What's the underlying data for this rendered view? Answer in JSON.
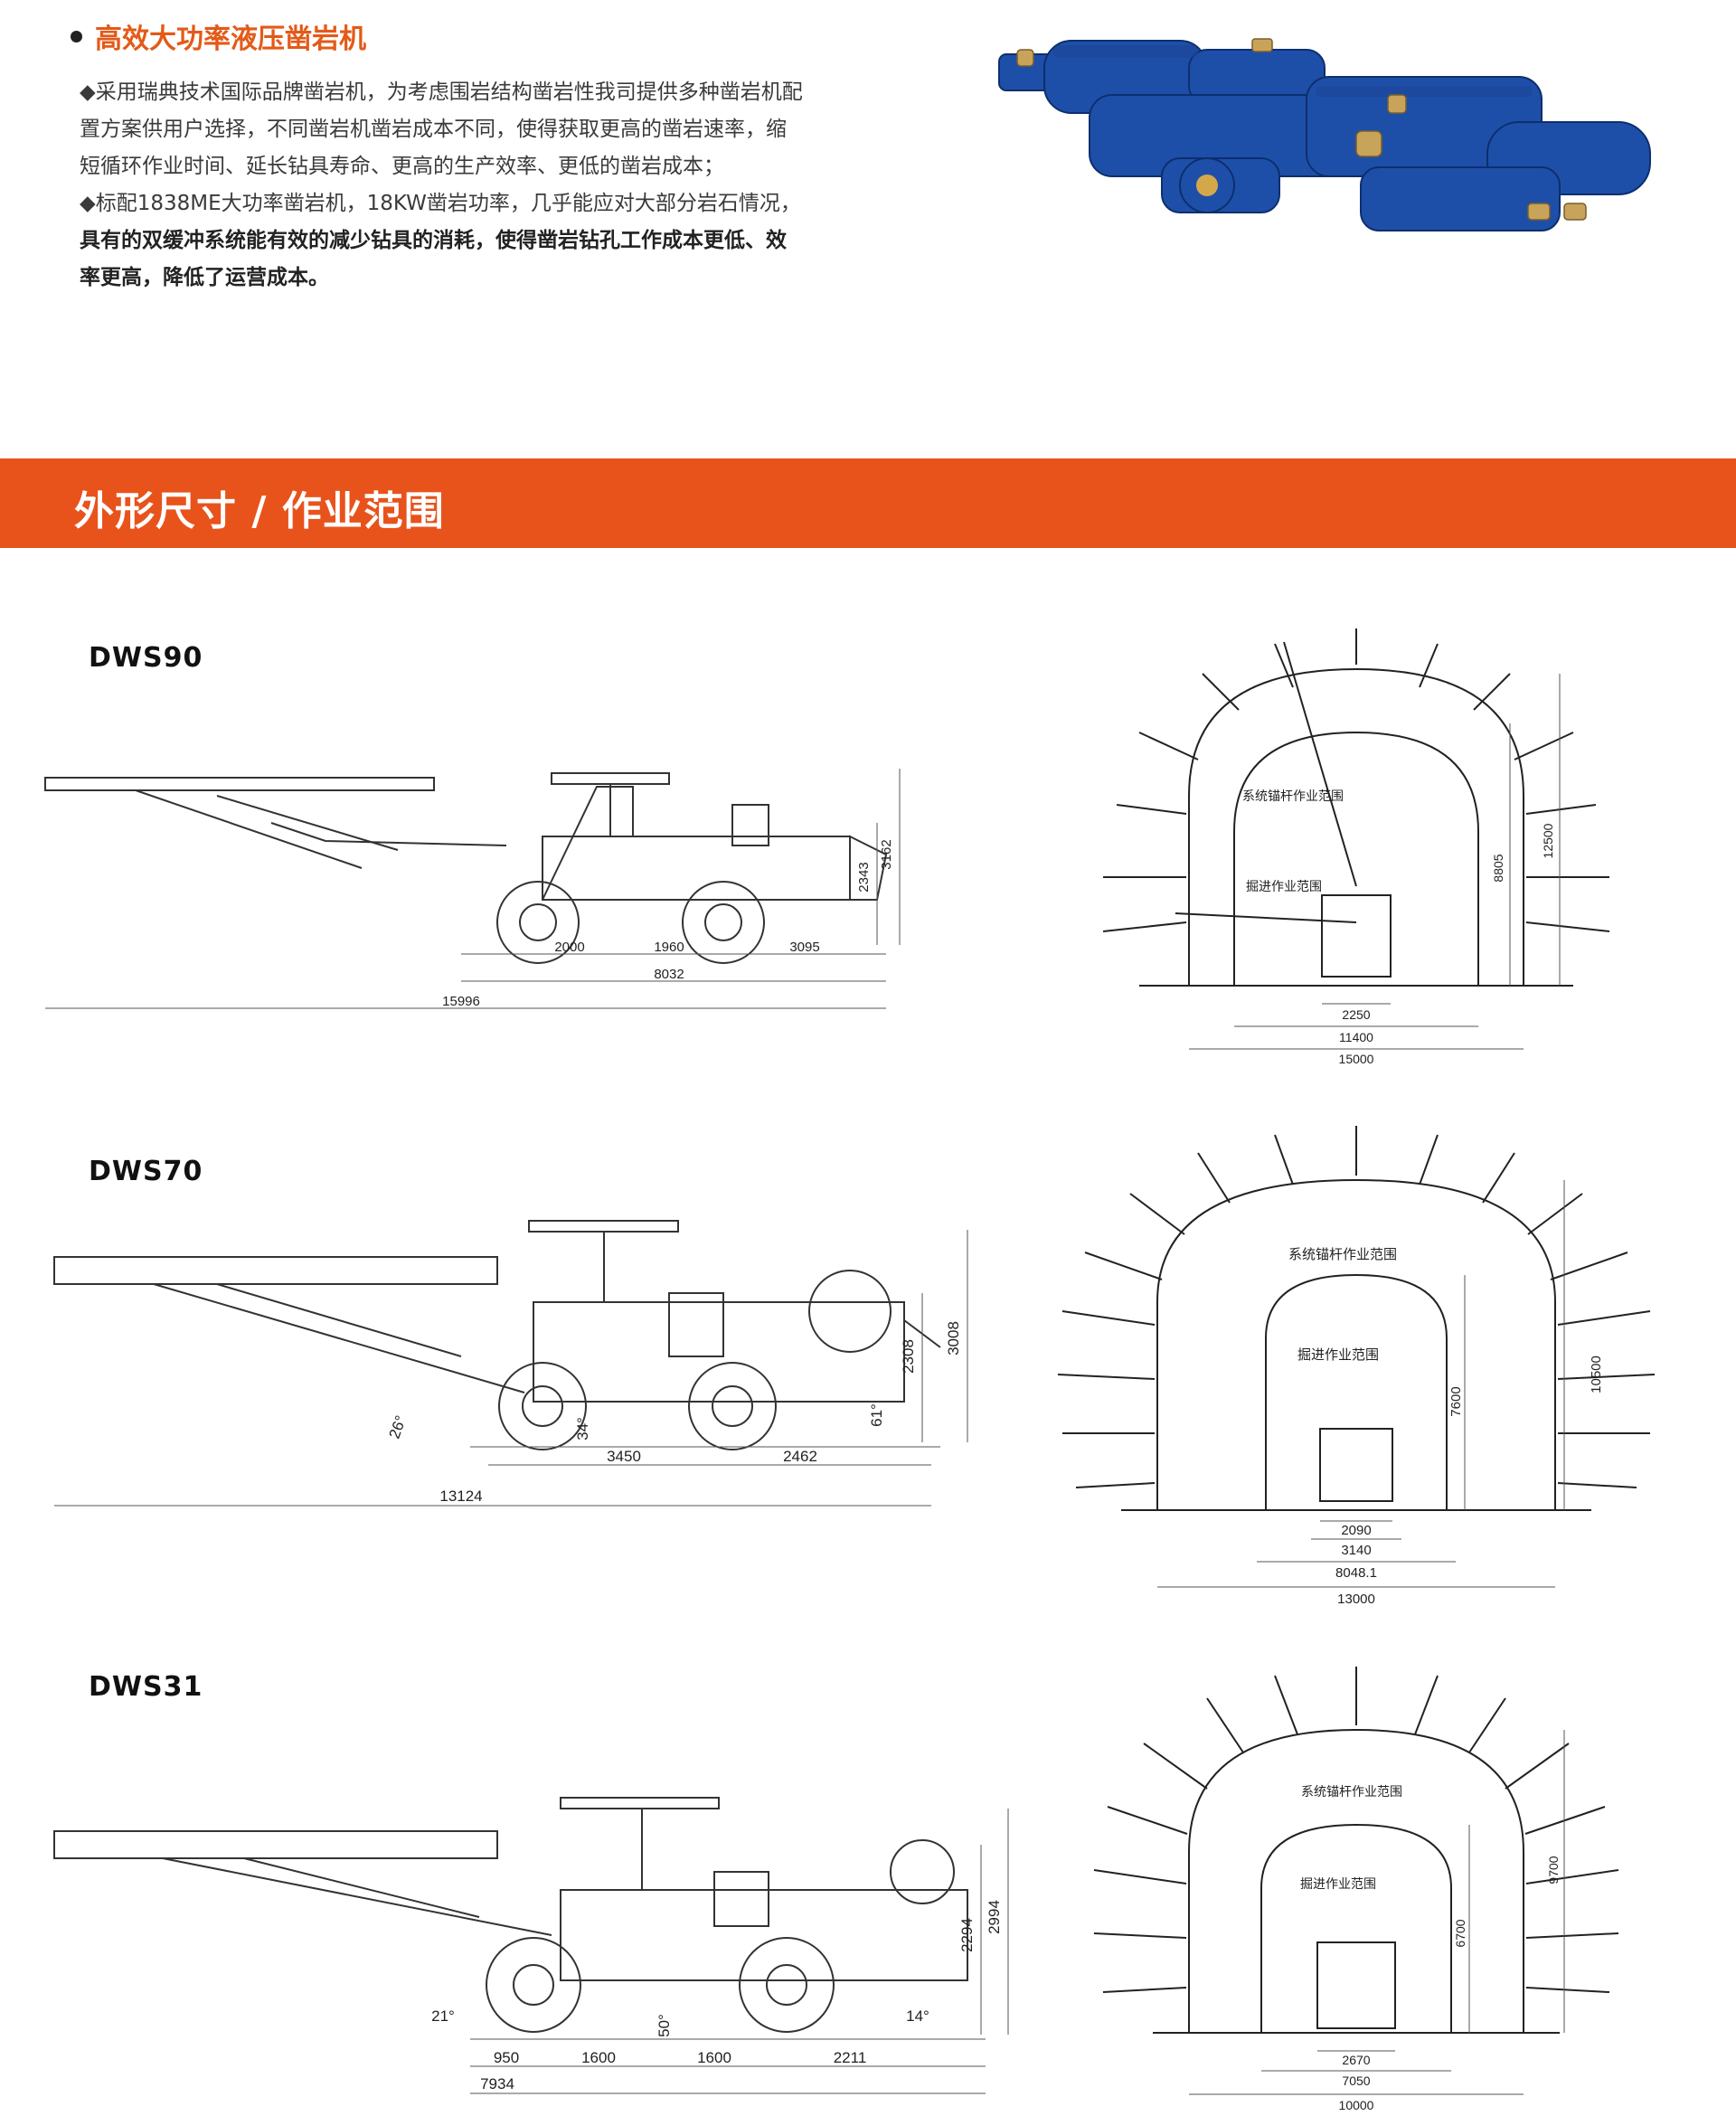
{
  "feature": {
    "title": "高效大功率液压凿岩机",
    "p1": "◆采用瑞典技术国际品牌凿岩机，为考虑围岩结构凿岩性我司提供多种凿岩机配置方案供用户选择，不同凿岩机凿岩成本不同，使得获取更高的凿岩速率，缩短循环作业时间、延长钻具寿命、更高的生产效率、更低的凿岩成本；",
    "p2_plain": "◆标配1838ME大功率凿岩机，18KW凿岩功率，几乎能应对大部分岩石情况，",
    "p2_bold": "具有的双缓冲系统能有效的减少钻具的消耗，使得凿岩钻孔工作成本更低、效率更高，降低了运营成本。"
  },
  "section_title": "外形尺寸 / 作业范围",
  "colors": {
    "accent": "#e8531c",
    "title_orange": "#e35a18",
    "drill_blue": "#1e4fa8"
  },
  "models": [
    {
      "name": "DWS90",
      "side_dims": [
        "2000",
        "1960",
        "3095",
        "8032",
        "15996",
        "2343",
        "3162"
      ],
      "front_labels": [
        "系统锚杆作业范围",
        "掘进作业范围"
      ],
      "front_dims": [
        "2250",
        "11400",
        "15000",
        "8805",
        "12500"
      ]
    },
    {
      "name": "DWS70",
      "side_dims": [
        "3450",
        "2462",
        "13124",
        "2308",
        "3008",
        "26°",
        "34°",
        "61°"
      ],
      "front_labels": [
        "系统锚杆作业范围",
        "掘进作业范围"
      ],
      "front_dims": [
        "2090",
        "3140",
        "8048.1",
        "13000",
        "7600",
        "10500"
      ]
    },
    {
      "name": "DWS31",
      "side_dims": [
        "950",
        "1600",
        "1600",
        "2211",
        "7934",
        "2294",
        "2994",
        "21°",
        "14°",
        "50°"
      ],
      "front_labels": [
        "系统锚杆作业范围",
        "掘进作业范围"
      ],
      "front_dims": [
        "2670",
        "7050",
        "10000",
        "6700",
        "9700"
      ]
    }
  ]
}
